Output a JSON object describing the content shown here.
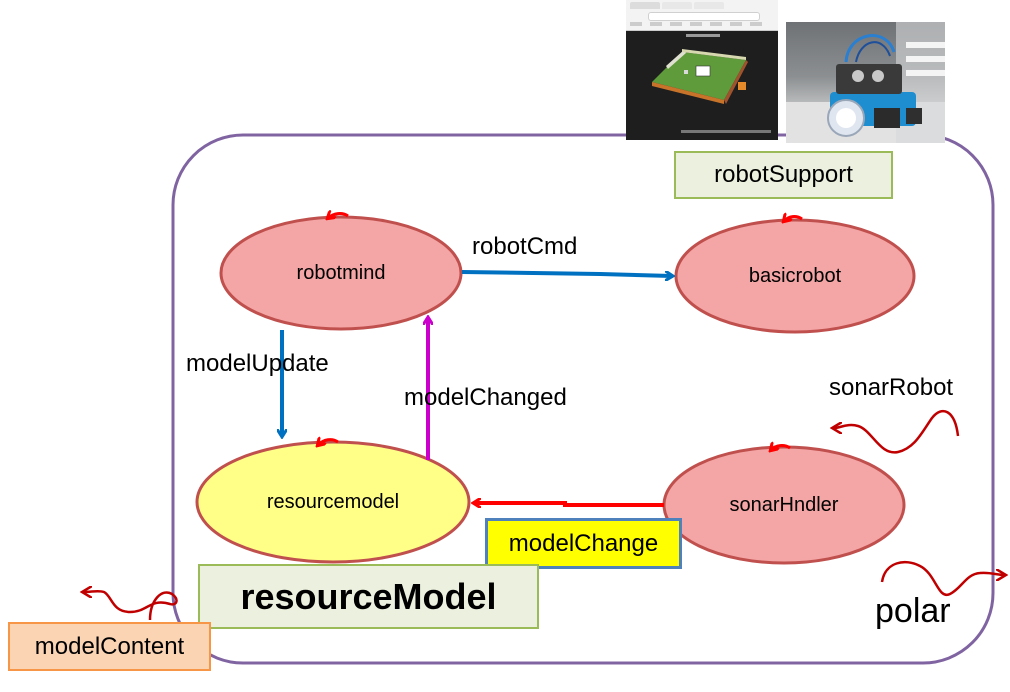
{
  "colors": {
    "container_border": "#8064a2",
    "node_red_fill": "#f4a6a6",
    "node_red_stroke": "#c0504d",
    "node_yellow_fill": "#ffff88",
    "arrow_blue": "#0070c0",
    "arrow_magenta": "#cc00cc",
    "arrow_red": "#ff0000",
    "wavy_red": "#c00000",
    "label_green_fill": "#ebf1de",
    "label_green_stroke": "#9bbb59",
    "label_orange_fill": "#fbd4b4",
    "label_orange_stroke": "#f79646",
    "label_yellow_fill": "#ffff00",
    "label_yellow_stroke": "#4f81bd"
  },
  "nodes": {
    "robotmind": "robotmind",
    "basicrobot": "basicrobot",
    "resourcemodel": "resourcemodel",
    "sonarHndler": "sonarHndler"
  },
  "edges": {
    "robotCmd": "robotCmd",
    "modelUpdate": "modelUpdate",
    "modelChanged": "modelChanged",
    "modelChange": "modelChange"
  },
  "context_labels": {
    "robotSupport": "robotSupport",
    "resourceModel": "resourceModel",
    "modelContent": "modelContent",
    "sonarRobot": "sonarRobot",
    "polar": "polar"
  },
  "images": {
    "screenshot": "browser-3d-scene-screenshot",
    "photo": "robot-photo"
  }
}
